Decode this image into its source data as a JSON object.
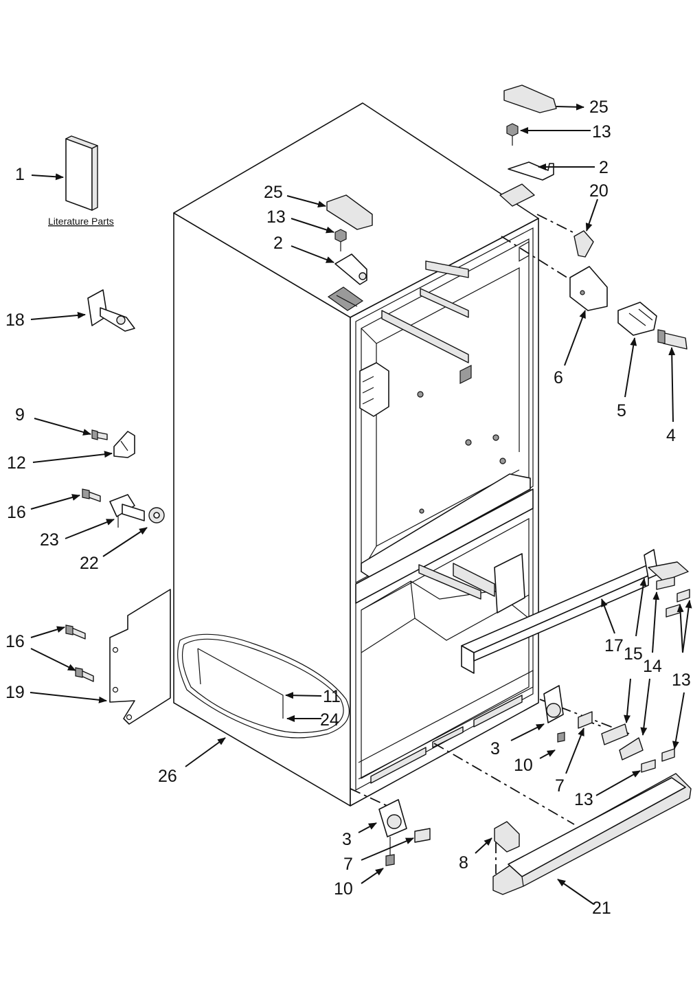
{
  "diagram": {
    "literature_caption": "Literature Parts",
    "callouts": [
      {
        "id": "c-1",
        "text": "1",
        "part": "1"
      },
      {
        "id": "c-18",
        "text": "18",
        "part": "18"
      },
      {
        "id": "c-9",
        "text": "9",
        "part": "9"
      },
      {
        "id": "c-12",
        "text": "12",
        "part": "12"
      },
      {
        "id": "c-16a",
        "text": "16",
        "part": "16"
      },
      {
        "id": "c-23",
        "text": "23",
        "part": "23"
      },
      {
        "id": "c-22",
        "text": "22",
        "part": "22"
      },
      {
        "id": "c-16b",
        "text": "16",
        "part": "16"
      },
      {
        "id": "c-19",
        "text": "19",
        "part": "19"
      },
      {
        "id": "c-25a",
        "text": "25",
        "part": "25"
      },
      {
        "id": "c-13a",
        "text": "13",
        "part": "13"
      },
      {
        "id": "c-2a",
        "text": "2",
        "part": "2"
      },
      {
        "id": "c-25b",
        "text": "25",
        "part": "25"
      },
      {
        "id": "c-13b",
        "text": "13",
        "part": "13"
      },
      {
        "id": "c-2b",
        "text": "2",
        "part": "2"
      },
      {
        "id": "c-20",
        "text": "20",
        "part": "20"
      },
      {
        "id": "c-6",
        "text": "6",
        "part": "6"
      },
      {
        "id": "c-5",
        "text": "5",
        "part": "5"
      },
      {
        "id": "c-4",
        "text": "4",
        "part": "4"
      },
      {
        "id": "c-17",
        "text": "17",
        "part": "17"
      },
      {
        "id": "c-15",
        "text": "15",
        "part": "15"
      },
      {
        "id": "c-14",
        "text": "14",
        "part": "14"
      },
      {
        "id": "c-13c",
        "text": "13",
        "part": "13"
      },
      {
        "id": "c-11",
        "text": "11",
        "part": "11"
      },
      {
        "id": "c-24",
        "text": "24",
        "part": "24"
      },
      {
        "id": "c-26",
        "text": "26",
        "part": "26"
      },
      {
        "id": "c-3a",
        "text": "3",
        "part": "3"
      },
      {
        "id": "c-10a",
        "text": "10",
        "part": "10"
      },
      {
        "id": "c-7a",
        "text": "7",
        "part": "7"
      },
      {
        "id": "c-13d",
        "text": "13",
        "part": "13"
      },
      {
        "id": "c-3b",
        "text": "3",
        "part": "3"
      },
      {
        "id": "c-7b",
        "text": "7",
        "part": "7"
      },
      {
        "id": "c-10b",
        "text": "10",
        "part": "10"
      },
      {
        "id": "c-8",
        "text": "8",
        "part": "8"
      },
      {
        "id": "c-21",
        "text": "21",
        "part": "21"
      }
    ]
  }
}
